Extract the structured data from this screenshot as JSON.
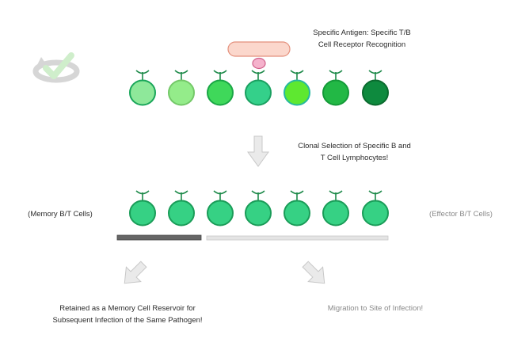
{
  "labels": {
    "antigen": [
      "Specific Antigen: Specific T/B",
      "Cell Receptor Recognition"
    ],
    "selection": [
      "Clonal Selection of Specific B and",
      "T Cell Lymphocytes!"
    ],
    "memory_cells": "(Memory B/T Cells)",
    "effector_cells": "(Effector B/T Cells)",
    "memory_outcome": [
      "Retained as a Memory Cell Reservoir for",
      "Subsequent Infection of the Same Pathogen!"
    ],
    "effector_outcome": "Migration to Site of Infection!"
  },
  "colors": {
    "top_row_cells": [
      "#8ee89a",
      "#94ec8a",
      "#3fd85a",
      "#34d08a",
      "#5ee830",
      "#22b845",
      "#0e8a3e"
    ],
    "top_row_cell_strokes": [
      "#1aa65a",
      "#74c868",
      "#1aa645",
      "#1aa060",
      "#26b8a0",
      "#149a38",
      "#0a6a2e"
    ],
    "clone_cell": "#36d184",
    "clone_cell_stroke": "#1a9c58",
    "antigen_bar_fill": "#fbd7cc",
    "antigen_bar_stroke": "#e4907c",
    "antigen_fill": "#f5b2cc",
    "antigen_stroke": "#d0608a",
    "memory_bar": "#666666",
    "effector_bar": "#e4e4e4",
    "arrow_fill": "#eaeaea",
    "arrow_stroke": "#c8c8c8"
  },
  "icons": [
    "recycle-check-icon",
    "down-arrow-icon",
    "down-left-arrow-icon",
    "down-right-arrow-icon"
  ]
}
